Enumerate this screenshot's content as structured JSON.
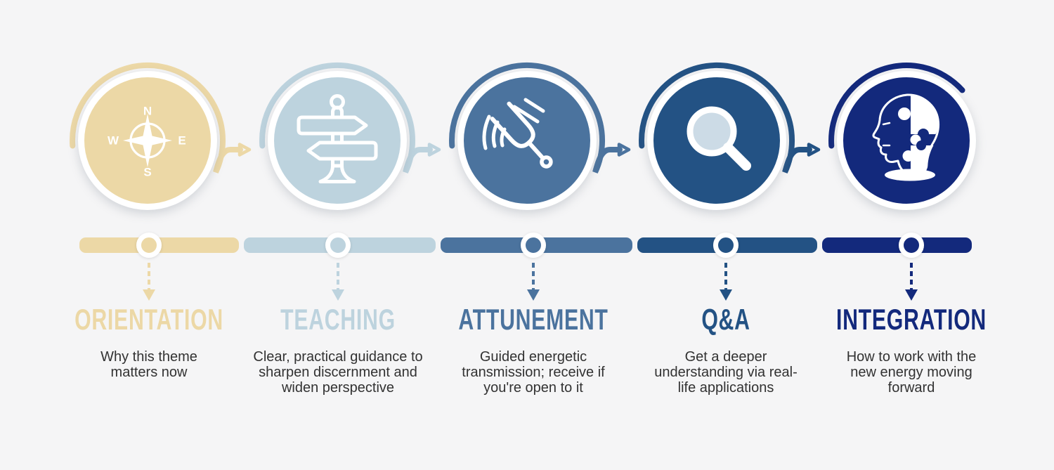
{
  "canvas": {
    "background": "#f5f5f6"
  },
  "steps": [
    {
      "title": "ORIENTATION",
      "description": "Why this theme matters now",
      "color": "#ecd8a6",
      "icon": "compass-icon"
    },
    {
      "title": "TEACHING",
      "description": "Clear, practical guidance to sharpen discernment and widen perspective",
      "color": "#bdd3de",
      "icon": "signpost-icon"
    },
    {
      "title": "ATTUNEMENT",
      "description": "Guided energetic transmission; receive if you're open to it",
      "color": "#4b739e",
      "icon": "tuning-fork-icon"
    },
    {
      "title": "Q&A",
      "description": "Get a deeper understanding via real-life applications",
      "color": "#235284",
      "icon": "magnifying-glass-icon"
    },
    {
      "title": "INTEGRATION",
      "description": "How to work with the new energy moving forward",
      "color": "#13297c",
      "icon": "head-puzzle-icon"
    }
  ],
  "compass": {
    "n": "N",
    "e": "E",
    "s": "S",
    "w": "W"
  },
  "icon_colors": {
    "stroke": "#ffffff",
    "magnifier_lens": "#ccdbe6"
  },
  "text_color": "#323232"
}
